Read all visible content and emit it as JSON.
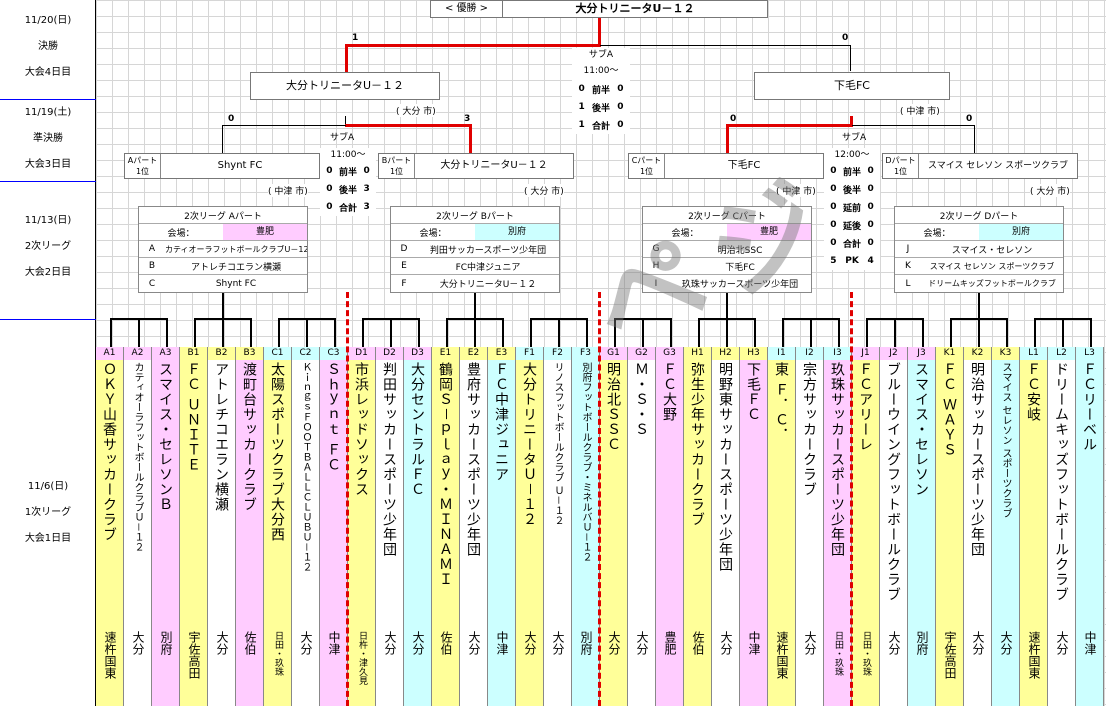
{
  "days": [
    {
      "date": "11/20(日)",
      "round": "決勝",
      "day": "大会4日目"
    },
    {
      "date": "11/19(土)",
      "round": "準決勝",
      "day": "大会3日目"
    },
    {
      "date": "11/13(日)",
      "round": "2次リーグ",
      "day": "大会2日目"
    },
    {
      "date": "11/6(日)",
      "round": "1次リーグ",
      "day": "大会1日目"
    }
  ],
  "final": {
    "champion_label": "< 優勝 >",
    "champion": "大分トリニータU－１２",
    "left_score": "1",
    "right_score": "0",
    "venue": "サブA",
    "time": "11:00～",
    "left_team": "大分トリニータU－１２",
    "left_city": "( 大分 市)",
    "right_team": "下毛FC",
    "right_city": "( 中津 市)",
    "breakdown": [
      [
        "0",
        "前半",
        "0"
      ],
      [
        "1",
        "後半",
        "0"
      ],
      [
        "1",
        "合計",
        "0"
      ]
    ]
  },
  "semi_left": {
    "venue": "サブA",
    "time": "11:00～",
    "left_score": "0",
    "right_score": "3",
    "a_rank": "Aパート 1位",
    "a_team": "Shynt FC",
    "a_city": "( 中津 市)",
    "b_rank": "Bパート 1位",
    "b_team": "大分トリニータU－１２",
    "b_city": "( 大分 市)",
    "breakdown": [
      [
        "0",
        "前半",
        "0"
      ],
      [
        "0",
        "後半",
        "3"
      ],
      [
        "0",
        "合計",
        "3"
      ]
    ]
  },
  "semi_right": {
    "venue": "サブA",
    "time": "12:00～",
    "left_score": "0",
    "right_score": "0",
    "c_rank": "Cパート 1位",
    "c_team": "下毛FC",
    "c_city": "( 中津 市)",
    "d_rank": "Dパート 1位",
    "d_team": "スマイス セレソン スポーツクラブ",
    "d_city": "( 大分 市)",
    "breakdown": [
      [
        "0",
        "前半",
        "0"
      ],
      [
        "0",
        "後半",
        "0"
      ],
      [
        "0",
        "延前",
        "0"
      ],
      [
        "0",
        "延後",
        "0"
      ],
      [
        "0",
        "合計",
        "0"
      ],
      [
        "5",
        "PK",
        "4"
      ]
    ]
  },
  "leagues": [
    {
      "title": "2次リーグ Aパート",
      "venue_label": "会場：",
      "venue": "豊肥",
      "venue_color": "#ffccff",
      "rows": [
        [
          "A",
          "カティオーラフットボールクラブU－12"
        ],
        [
          "B",
          "アトレチコエラン横瀬"
        ],
        [
          "C",
          "Shynt FC"
        ]
      ]
    },
    {
      "title": "2次リーグ Bパート",
      "venue_label": "会場：",
      "venue": "別府",
      "venue_color": "#ccffff",
      "rows": [
        [
          "D",
          "判田サッカースポーツ少年団"
        ],
        [
          "E",
          "FC中津ジュニア"
        ],
        [
          "F",
          "大分トリニータU－１２"
        ]
      ]
    },
    {
      "title": "2次リーグ Cパート",
      "venue_label": "会場：",
      "venue": "豊肥",
      "venue_color": "#ffccff",
      "rows": [
        [
          "G",
          "明治北SSC"
        ],
        [
          "H",
          "下毛FC"
        ],
        [
          "I",
          "玖珠サッカースポーツ少年団"
        ]
      ]
    },
    {
      "title": "2次リーグ Dパート",
      "venue_label": "会場：",
      "venue": "別府",
      "venue_color": "#ccffff",
      "rows": [
        [
          "J",
          "スマイス・セレソン"
        ],
        [
          "K",
          "スマイス セレソン スポーツクラブ"
        ],
        [
          "L",
          "ドリームキッズフットボールクラブ"
        ]
      ]
    }
  ],
  "watermark": "ペ ジ",
  "columns": [
    {
      "code": "A1",
      "name": "ＯＫＹ山香サッカークラブ",
      "area": "速杵国東",
      "color": "#ffff99"
    },
    {
      "code": "A2",
      "name": "カティオーラフットボールクラブＵ－１２",
      "area": "大分",
      "color": "#ffffff"
    },
    {
      "code": "A3",
      "name": "スマイス・セレソンＢ",
      "area": "別府",
      "color": "#ffccff"
    },
    {
      "code": "B1",
      "name": "ＦＣ ＵＮＩＴＥ",
      "area": "宇佐高田",
      "color": "#ffff99"
    },
    {
      "code": "B2",
      "name": "アトレチコエラン横瀬",
      "area": "大分",
      "color": "#ffffff"
    },
    {
      "code": "B3",
      "name": "渡町台サッカークラブ",
      "area": "佐伯",
      "color": "#ffccff"
    },
    {
      "code": "C1",
      "name": "太陽スポーツクラブ大分西",
      "area": "日田・玖珠",
      "color": "#ffff99"
    },
    {
      "code": "C2",
      "name": "ＫｉｎｇｓＦＯＯＴＢＡＬＬＣＬＵＢＵ－１２",
      "area": "大分",
      "color": "#ffffff"
    },
    {
      "code": "C3",
      "name": "Ｓｈｙｎｔ ＦＣ",
      "area": "中津",
      "color": "#ffccff"
    },
    {
      "code": "D1",
      "name": "市浜レッドソックス",
      "area": "日杵・津久見",
      "color": "#ffff99"
    },
    {
      "code": "D2",
      "name": "判田サッカースポーツ少年団",
      "area": "大分",
      "color": "#ffffff"
    },
    {
      "code": "D3",
      "name": "大分セントラルＦＣ",
      "area": "大分",
      "color": "#ccffff"
    },
    {
      "code": "E1",
      "name": "鶴岡Ｓ－ｐｌａｙ・ＭＩＮＡＭＩ",
      "area": "佐伯",
      "color": "#ffff99"
    },
    {
      "code": "E2",
      "name": "豊府サッカースポーツ少年団",
      "area": "大分",
      "color": "#ffffff"
    },
    {
      "code": "E3",
      "name": "ＦＣ中津ジュニア",
      "area": "中津",
      "color": "#ccffff"
    },
    {
      "code": "F1",
      "name": "大分トリニータＵ－１２",
      "area": "大分",
      "color": "#ffff99"
    },
    {
      "code": "F2",
      "name": "リノスフットボールクラブ Ｕ－１２",
      "area": "大分",
      "color": "#ffffff"
    },
    {
      "code": "F3",
      "name": "別府フットボールクラブ・ミネルバＵ－１２",
      "area": "別府",
      "color": "#ccffff"
    },
    {
      "code": "G1",
      "name": "明治北ＳＳＣ",
      "area": "大分",
      "color": "#ffff99"
    },
    {
      "code": "G2",
      "name": "Ｍ・Ｓ・Ｓ",
      "area": "大分",
      "color": "#ffffff"
    },
    {
      "code": "G3",
      "name": "ＦＣ大野",
      "area": "豊肥",
      "color": "#ffccff"
    },
    {
      "code": "H1",
      "name": "弥生少年サッカークラブ",
      "area": "佐伯",
      "color": "#ffff99"
    },
    {
      "code": "H2",
      "name": "明野東サッカースポーツ少年団",
      "area": "大分",
      "color": "#ffffff"
    },
    {
      "code": "H3",
      "name": "下毛ＦＣ",
      "area": "中津",
      "color": "#ffccff"
    },
    {
      "code": "I1",
      "name": "東 Ｆ．Ｃ．",
      "area": "速杵国東",
      "color": "#ffff99"
    },
    {
      "code": "I2",
      "name": "宗方サッカークラブ",
      "area": "大分",
      "color": "#ffffff"
    },
    {
      "code": "I3",
      "name": "玖珠サッカースポーツ少年団",
      "area": "日田・玖珠",
      "color": "#ffccff"
    },
    {
      "code": "J1",
      "name": "ＦＣアリーレ",
      "area": "日田・玖珠",
      "color": "#ffff99"
    },
    {
      "code": "J2",
      "name": "ブルーウイングフットボールクラブ",
      "area": "大分",
      "color": "#ffffff"
    },
    {
      "code": "J3",
      "name": "スマイス・セレソン",
      "area": "別府",
      "color": "#ccffff"
    },
    {
      "code": "K1",
      "name": "ＦＣ ＷＡＹＳ",
      "area": "宇佐高田",
      "color": "#ffff99"
    },
    {
      "code": "K2",
      "name": "明治サッカースポーツ少年団",
      "area": "大分",
      "color": "#ffffff"
    },
    {
      "code": "K3",
      "name": "スマイス セレソン スポーツクラブ",
      "area": "大分",
      "color": "#ccffff"
    },
    {
      "code": "L1",
      "name": "ＦＣ安岐",
      "area": "速杵国東",
      "color": "#ffff99"
    },
    {
      "code": "L2",
      "name": "ドリームキッズフットボールクラブ",
      "area": "大分",
      "color": "#ffffff"
    },
    {
      "code": "L3",
      "name": "ＦＣリーベル",
      "area": "中津",
      "color": "#ccffff"
    }
  ],
  "header_colors": {
    "a": "#ffccff",
    "b": "#ffff99",
    "c": "#ccffff"
  }
}
